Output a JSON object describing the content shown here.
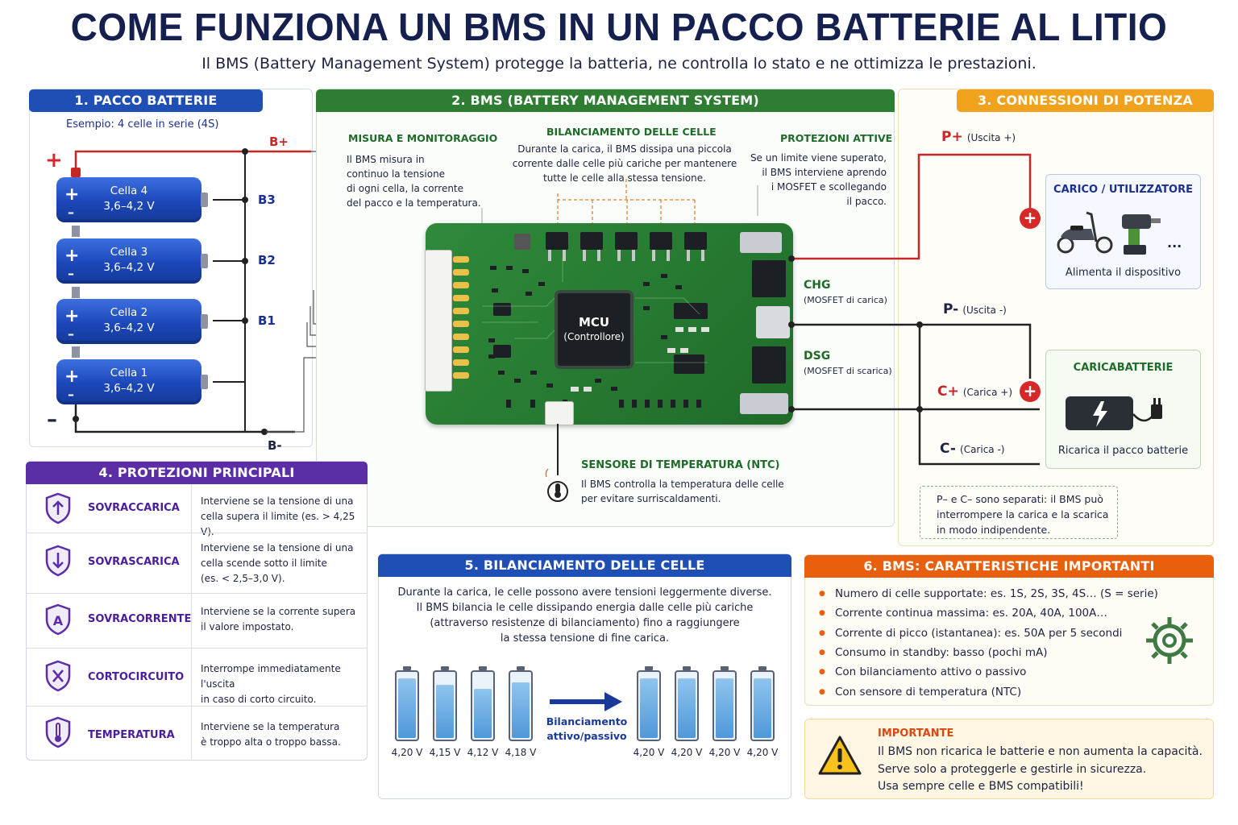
{
  "title": "COME FUNZIONA UN BMS IN UN PACCO BATTERIE AL LITIO",
  "subtitle": "Il BMS (Battery Management System) protegge la batteria, ne controlla lo stato e ne ottimizza le prestazioni.",
  "colors": {
    "blue_header": "#1f4fb4",
    "green_header": "#2e7d32",
    "orange_header": "#f0a21d",
    "purple_header": "#5b2ea6",
    "orange2_header": "#e8600e",
    "plus_red": "#d62828"
  },
  "pack": {
    "header": "1. PACCO BATTERIE",
    "example": "Esempio: 4 celle in serie (4S)",
    "plus": "+",
    "minus": "–",
    "bplus": "B+",
    "bminus": "B-",
    "taps": [
      "B3",
      "B2",
      "B1"
    ],
    "cells": [
      {
        "name": "Cella 4",
        "range": "3,6–4,2 V"
      },
      {
        "name": "Cella 3",
        "range": "3,6–4,2 V"
      },
      {
        "name": "Cella 2",
        "range": "3,6–4,2 V"
      },
      {
        "name": "Cella 1",
        "range": "3,6–4,2 V"
      }
    ]
  },
  "bms": {
    "header": "2. BMS (BATTERY MANAGEMENT SYSTEM)",
    "measure_title": "MISURA E MONITORAGGIO",
    "measure_text": [
      "Il BMS misura in",
      "continuo la tensione",
      "di ogni cella, la corrente",
      "del pacco e la temperatura."
    ],
    "balance_title": "BILANCIAMENTO DELLE CELLE",
    "balance_text": [
      "Durante la carica, il BMS dissipa una piccola",
      "corrente dalle celle più cariche per mantenere",
      "tutte le celle alla stessa tensione."
    ],
    "prot_title": "PROTEZIONI ATTIVE",
    "prot_text": [
      "Se un limite viene superato,",
      "il BMS interviene aprendo",
      "i MOSFET e scollegando",
      "il pacco."
    ],
    "mcu": "MCU",
    "mcu_sub": "(Controllore)",
    "chg": "CHG",
    "chg_sub": "(MOSFET di carica)",
    "dsg": "DSG",
    "dsg_sub": "(MOSFET di scarica)",
    "ntc_title": "SENSORE DI TEMPERATURA (NTC)",
    "ntc_text": [
      "Il BMS controlla la temperatura delle celle",
      "per evitare surriscaldamenti."
    ]
  },
  "power": {
    "header": "3. CONNESSIONI DI POTENZA",
    "p_plus": "P+",
    "p_plus_sub": "(Uscita +)",
    "p_minus": "P-",
    "p_minus_sub": "(Uscita -)",
    "c_plus": "C+",
    "c_plus_sub": "(Carica +)",
    "c_minus": "C-",
    "c_minus_sub": "(Carica -)",
    "load_title": "CARICO / UTILIZZATORE",
    "load_more": "...",
    "load_text": "Alimenta il dispositivo",
    "charger_title": "CARICABATTERIE",
    "charger_text": "Ricarica il pacco batterie",
    "note": [
      "P– e C– sono separati: il BMS può",
      "interrompere la carica e la scarica",
      "in modo indipendente."
    ]
  },
  "protections": {
    "header": "4. PROTEZIONI PRINCIPALI",
    "items": [
      {
        "name": "SOVRACCARICA",
        "icon": "overcharge-icon",
        "desc": [
          "Interviene se la tensione di una",
          "cella supera il limite (es. > 4,25 V)."
        ]
      },
      {
        "name": "SOVRASCARICA",
        "icon": "overdischarge-icon",
        "desc": [
          "Interviene se la tensione di una",
          "cella scende sotto il limite",
          "(es. < 2,5–3,0 V)."
        ]
      },
      {
        "name": "SOVRACORRENTE",
        "icon": "overcurrent-icon",
        "desc": [
          "Interviene se la corrente supera",
          "il valore impostato."
        ]
      },
      {
        "name": "CORTOCIRCUITO",
        "icon": "short-circuit-icon",
        "desc": [
          "Interrompe immediatamente l'uscita",
          "in caso di corto circuito."
        ]
      },
      {
        "name": "TEMPERATURA",
        "icon": "thermometer-icon",
        "desc": [
          "Interviene se la temperatura",
          "è troppo alta o troppo bassa."
        ]
      }
    ]
  },
  "balancing": {
    "header": "5. BILANCIAMENTO DELLE CELLE",
    "text": [
      "Durante la carica, le celle possono avere tensioni leggermente diverse.",
      "Il BMS bilancia le celle dissipando energia dalle celle più cariche",
      "(attraverso resistenze di bilanciamento) fino a raggiungere",
      "la stessa tensione di fine carica."
    ],
    "arrow_label": [
      "Bilanciamento",
      "attivo/passivo"
    ],
    "before": [
      {
        "label": "4,20 V",
        "level": 0.92
      },
      {
        "label": "4,15 V",
        "level": 0.82
      },
      {
        "label": "4,12 V",
        "level": 0.76
      },
      {
        "label": "4,18 V",
        "level": 0.86
      }
    ],
    "after": [
      {
        "label": "4,20 V",
        "level": 0.92
      },
      {
        "label": "4,20 V",
        "level": 0.92
      },
      {
        "label": "4,20 V",
        "level": 0.92
      },
      {
        "label": "4,20 V",
        "level": 0.92
      }
    ]
  },
  "features": {
    "header": "6. BMS: CARATTERISTICHE IMPORTANTI",
    "items": [
      "Numero di celle supportate: es. 1S, 2S, 3S, 4S… (S = serie)",
      "Corrente continua massima: es. 20A, 40A, 100A…",
      "Corrente di picco (istantanea): es. 50A per 5 secondi",
      "Consumo in standby: basso (pochi mA)",
      "Con bilanciamento attivo o passivo",
      "Con sensore di temperatura (NTC)"
    ]
  },
  "important": {
    "title": "IMPORTANTE",
    "text": [
      "Il BMS non ricarica le batterie e non aumenta la capacità.",
      "Serve solo a proteggerle e gestirle in sicurezza.",
      "Usa sempre celle e BMS compatibili!"
    ]
  }
}
